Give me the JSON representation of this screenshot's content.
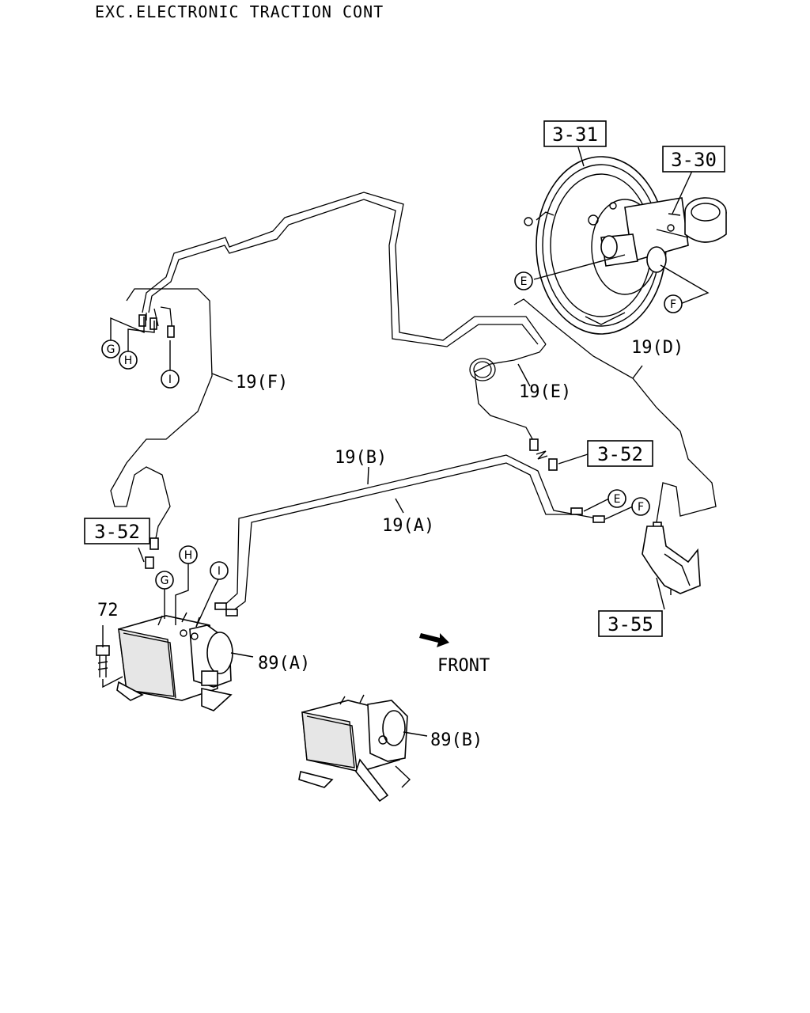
{
  "header": {
    "title": "EXC.ELECTRONIC TRACTION CONT"
  },
  "refs": {
    "r331": "3-31",
    "r330": "3-30",
    "r352a": "3-52",
    "r352b": "3-52",
    "r355": "3-55"
  },
  "labels": {
    "p19a": "19(A)",
    "p19b": "19(B)",
    "p19d": "19(D)",
    "p19e": "19(E)",
    "p19f": "19(F)",
    "p72": "72",
    "p89a": "89(A)",
    "p89b": "89(B)",
    "front": "FRONT"
  },
  "circles": {
    "e1": "E",
    "f1": "F",
    "e2": "E",
    "f2": "F",
    "g1": "G",
    "h1": "H",
    "i1": "I",
    "g2": "G",
    "h2": "H",
    "i2": "I"
  }
}
